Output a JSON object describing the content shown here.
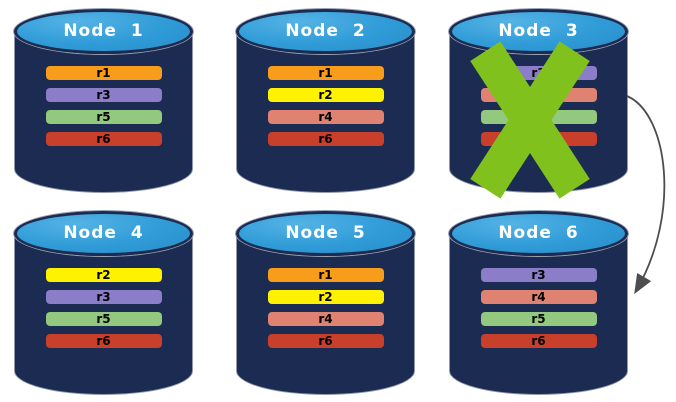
{
  "colors": {
    "background": "#FFFFFF",
    "cylinder_body": "#1B2B52",
    "cylinder_top": "#2F9BD7",
    "title_text": "#FFFFFF",
    "bar_text": "#000000",
    "failure_x": "#80C11E",
    "arrow": "#4D4D4D",
    "replicas": {
      "r1": "#F89C1B",
      "r2": "#FFF200",
      "r3": "#8B7DC8",
      "r4": "#E08272",
      "r5": "#92C97F",
      "r6": "#C8402B"
    }
  },
  "nodes": [
    {
      "title": "Node 1",
      "failed": false,
      "replicas": [
        {
          "label": "r1"
        },
        {
          "label": "r3"
        },
        {
          "label": "r5"
        },
        {
          "label": "r6"
        }
      ]
    },
    {
      "title": "Node 2",
      "failed": false,
      "replicas": [
        {
          "label": "r1"
        },
        {
          "label": "r2"
        },
        {
          "label": "r4"
        },
        {
          "label": "r6"
        }
      ]
    },
    {
      "title": "Node 3",
      "failed": true,
      "replicas": [
        {
          "label": "r3"
        },
        {
          "label": "r4"
        },
        {
          "label": "r5"
        },
        {
          "label": "r6"
        }
      ]
    },
    {
      "title": "Node 4",
      "failed": false,
      "replicas": [
        {
          "label": "r2"
        },
        {
          "label": "r3"
        },
        {
          "label": "r5"
        },
        {
          "label": "r6"
        }
      ]
    },
    {
      "title": "Node 5",
      "failed": false,
      "replicas": [
        {
          "label": "r1"
        },
        {
          "label": "r2"
        },
        {
          "label": "r4"
        },
        {
          "label": "r6"
        }
      ]
    },
    {
      "title": "Node 6",
      "failed": false,
      "replicas": [
        {
          "label": "r3"
        },
        {
          "label": "r4"
        },
        {
          "label": "r5"
        },
        {
          "label": "r6"
        }
      ]
    }
  ],
  "arrow": {
    "from": "Node 3",
    "to": "Node 6"
  }
}
